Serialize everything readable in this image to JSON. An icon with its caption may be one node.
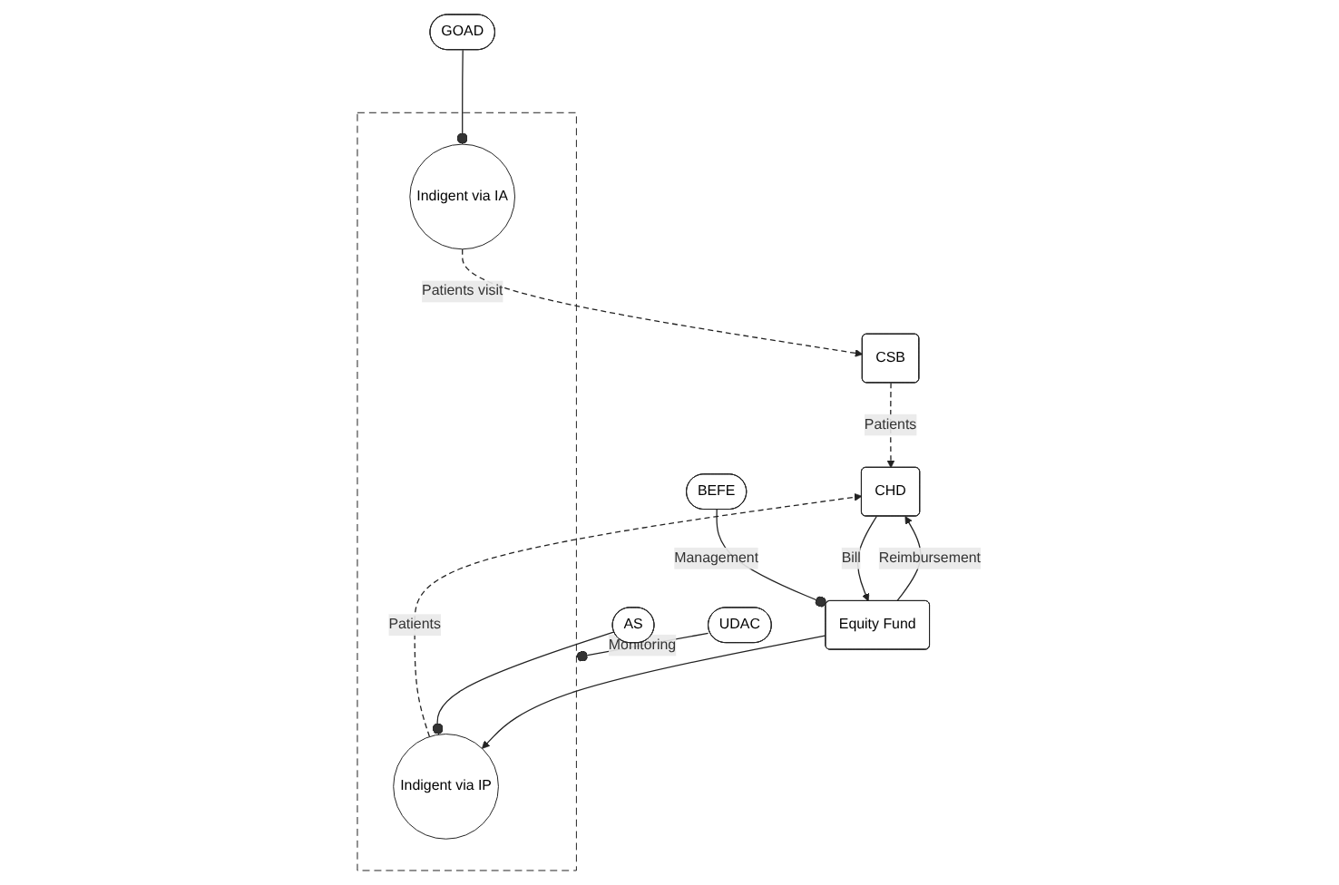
{
  "diagram": {
    "nodes": [
      {
        "text": [
          "CHD"
        ]
      },
      {
        "text": [
          "Equity Fund"
        ]
      },
      {
        "text": [
          "BEFE"
        ]
      },
      {
        "text": [],
        "shape": "box"
      },
      {
        "text": [
          "Indigent via IP"
        ],
        "in": 3
      },
      {
        "text": [
          "AS"
        ]
      },
      {
        "text": [
          "UDAC"
        ]
      },
      {
        "text": [
          "CSB"
        ]
      },
      {
        "text": [
          "Indigent via IA"
        ],
        "in": 3
      },
      {
        "text": [
          "GOAD"
        ]
      }
    ],
    "edges": [
      {
        "from": 1,
        "to": 0,
        "arrow": "to",
        "label": "Reimbursement"
      },
      {
        "from": 0,
        "to": 1,
        "arrow": "to",
        "label": "Bill"
      },
      {
        "from": 2,
        "to": 1,
        "arrow": "other",
        "label": "Management"
      },
      {
        "from": 1,
        "to": 4,
        "arrow": "to"
      },
      {
        "from": 4,
        "to": 0,
        "arrow": "to",
        "label": "Patients",
        "style": "dashed"
      },
      {
        "from": 5,
        "to": 4,
        "arrow": "other"
      },
      {
        "from": 6,
        "to": 3,
        "arrow": "other",
        "label": "Monitoring"
      },
      {
        "from": 8,
        "to": 7,
        "arrow": "to",
        "label": "Patients visit",
        "style": "dashed"
      },
      {
        "from": 7,
        "to": 0,
        "arrow": "to",
        "label": "Patients",
        "style": "dashed"
      },
      {
        "from": 9,
        "to": 8,
        "arrow": "other"
      }
    ]
  }
}
